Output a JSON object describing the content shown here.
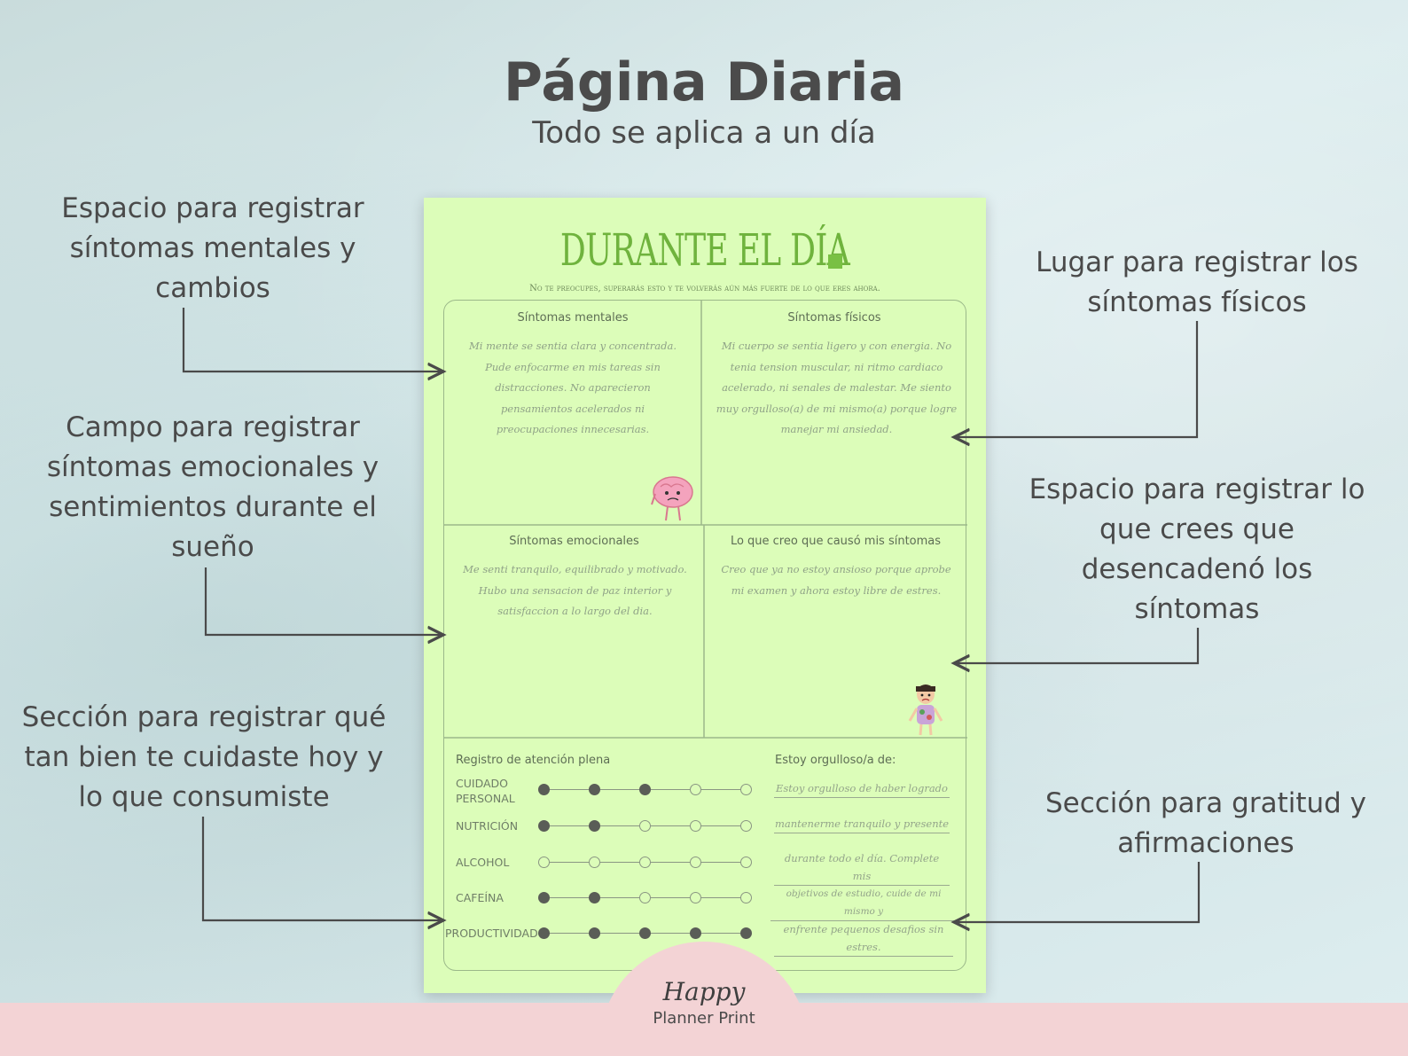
{
  "header": {
    "title": "Página Diaria",
    "subtitle": "Todo se aplica a un día"
  },
  "callouts": {
    "mental": "Espacio para registrar síntomas mentales y cambios",
    "physical": "Lugar para registrar los síntomas físicos",
    "emotional": "Campo para registrar síntomas emocionales y sentimientos durante el sueño",
    "triggers": "Espacio para registrar lo que crees que desencadenó los síntomas",
    "selfcare": "Sección para registrar qué tan bien te cuidaste hoy y lo que consumiste",
    "gratitude": "Sección para gratitud y afirmaciones"
  },
  "sheet": {
    "title": "DURANTE EL DÍA",
    "tagline": "No te preocupes, superarás esto y te volverás aún más fuerte de lo que eres ahora.",
    "cells": {
      "mental": {
        "title": "Síntomas mentales",
        "text": "Mi mente se sentia clara y concentrada. Pude enfocarme en mis tareas sin distracciones. No aparecieron pensamientos acelerados ni preocupaciones innecesarias.",
        "illustration": "pink-brain-character-icon"
      },
      "physical": {
        "title": "Síntomas físicos",
        "text": "Mi cuerpo se sentia ligero y con energia. No tenia tension muscular, ni ritmo cardiaco acelerado, ni senales de malestar. Me siento muy orgulloso(a) de mi mismo(a) porque logre manejar mi ansiedad."
      },
      "emotional": {
        "title": "Síntomas emocionales",
        "text": "Me senti tranquilo, equilibrado y motivado. Hubo una sensacion de paz interior y satisfaccion a lo largo del dia."
      },
      "triggers": {
        "title": "Lo que creo que causó mis síntomas",
        "text": "Creo que ya no estoy ansioso porque aprobe mi examen y ahora estoy libre de estres.",
        "illustration": "sick-boy-character-icon"
      }
    },
    "mindfulness": {
      "title": "Registro de atención plena",
      "rows": [
        {
          "label": "CUIDADO PERSONAL",
          "level": 3
        },
        {
          "label": "NUTRICIÓN",
          "level": 2
        },
        {
          "label": "ALCOHOL",
          "level": 0
        },
        {
          "label": "CAFEÍNA",
          "level": 2
        },
        {
          "label": "PRODUCTIVIDAD",
          "level": 5
        }
      ],
      "scale_max": 5
    },
    "proud": {
      "title": "Estoy orgulloso/a de:",
      "lines": [
        "Estoy orgulloso de haber logrado",
        "mantenerme tranquilo y presente",
        "durante todo el día. Complete mis",
        "objetivos de estudio, cuide de mi mismo y",
        "enfrente pequenos desafios sin estres."
      ]
    }
  },
  "footer": {
    "logo_script": "Happy",
    "logo_text": "Planner Print"
  },
  "colors": {
    "sheet_bg": "#dcfdb9",
    "title_green": "#6fb33d",
    "footer_pink": "#f3d3d5",
    "text_dark": "#4a4a4a"
  }
}
